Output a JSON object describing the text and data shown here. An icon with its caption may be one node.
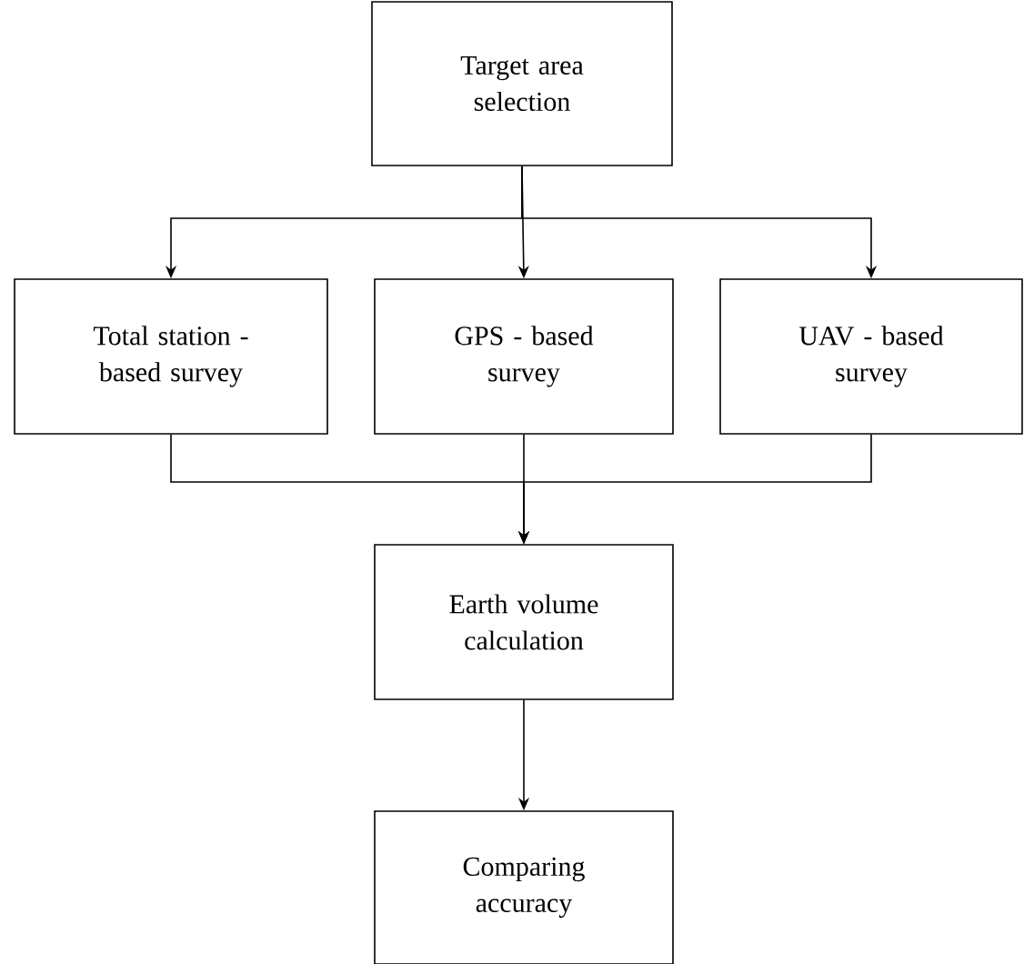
{
  "diagram": {
    "nodes": [
      {
        "text": [
          "Target area selection"
        ]
      },
      {
        "text": [
          "Total station - based survey"
        ]
      },
      {
        "text": [
          "GPS - based survey"
        ]
      },
      {
        "text": [
          "UAV - based survey"
        ]
      },
      {
        "text": [
          "Earth volume calculation"
        ]
      },
      {
        "text": [
          "Comparing accuracy"
        ]
      }
    ],
    "edges": [
      {
        "from": 0,
        "to": 1,
        "arrow": "to"
      },
      {
        "from": 0,
        "to": 2,
        "arrow": "to"
      },
      {
        "from": 0,
        "to": 3,
        "arrow": "to"
      },
      {
        "from": 1,
        "to": 4,
        "arrow": "to"
      },
      {
        "from": 2,
        "to": 4,
        "arrow": "to"
      },
      {
        "from": 3,
        "to": 4,
        "arrow": "to"
      },
      {
        "from": 4,
        "to": 5,
        "arrow": "to"
      }
    ]
  }
}
